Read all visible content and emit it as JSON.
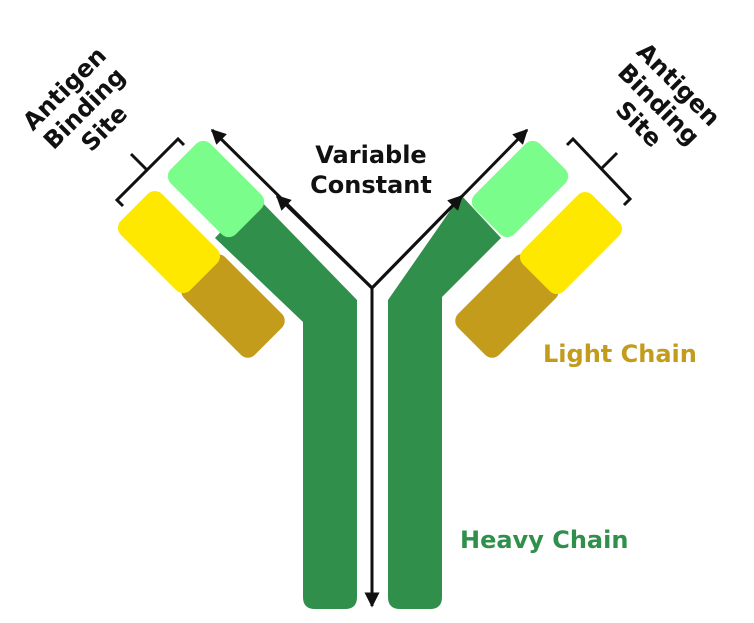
{
  "colors": {
    "heavy_chain": "#2f8f4b",
    "variable_heavy": "#7bfd8c",
    "light_variable": "#ffe800",
    "light_constant": "#c39c1c",
    "label_light": "#c39c1c",
    "label_heavy": "#2f8f4b",
    "line": "#111111"
  },
  "labels": {
    "variable": "Variable",
    "constant": "Constant",
    "light_chain": "Light Chain",
    "heavy_chain": "Heavy Chain",
    "antigen_left": [
      "Antigen",
      "Binding",
      "Site"
    ],
    "antigen_right": [
      "Antigen",
      "Binding",
      "Site"
    ]
  }
}
